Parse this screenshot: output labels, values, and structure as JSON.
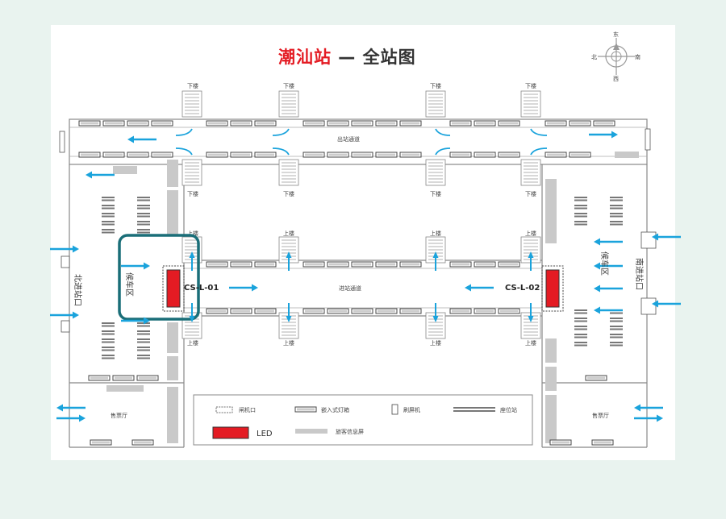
{
  "title": {
    "station": "潮汕站",
    "rest": " — 全站图"
  },
  "compass": {
    "east": "东",
    "south": "南",
    "west": "西",
    "north": "北"
  },
  "areas": {
    "exit_passage": "出站通道",
    "entry_passage": "进站通道",
    "waiting_left": "候车区",
    "waiting_right": "候车区",
    "north_entrance": "北进站口",
    "south_entrance": "南进站口",
    "ticket_hall_left": "售票厅",
    "ticket_hall_right": "售票厅"
  },
  "stairs": {
    "down": "下楼",
    "up": "上楼"
  },
  "screens": {
    "left": "CS-L-01",
    "right": "CS-L-02"
  },
  "legend": {
    "gate": "闸机口",
    "lightbox": "嵌入式灯箱",
    "screen_machine": "刷屏机",
    "seat": "座位站",
    "led": "LED",
    "info_screen": "旅客信息屏"
  },
  "colors": {
    "arrow": "#1aa3dc",
    "led": "#e41b23",
    "highlight": "#1a6e78",
    "title_red": "#e41b23"
  }
}
